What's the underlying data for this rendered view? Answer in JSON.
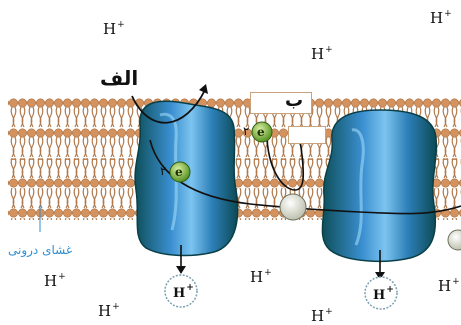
{
  "labels": {
    "a": "الف",
    "b": "ب",
    "membrane": "غشای درونی",
    "electron_pair": "۲",
    "electron": "e",
    "proton": "H",
    "proton_charge": "+"
  },
  "colors": {
    "membrane_lipid": "#c98a55",
    "protein_dark": "#0f5a66",
    "protein_light": "#5aa7e0",
    "electron_carrier": "#6a9e2a",
    "membrane_label": "#2f8fd0"
  }
}
